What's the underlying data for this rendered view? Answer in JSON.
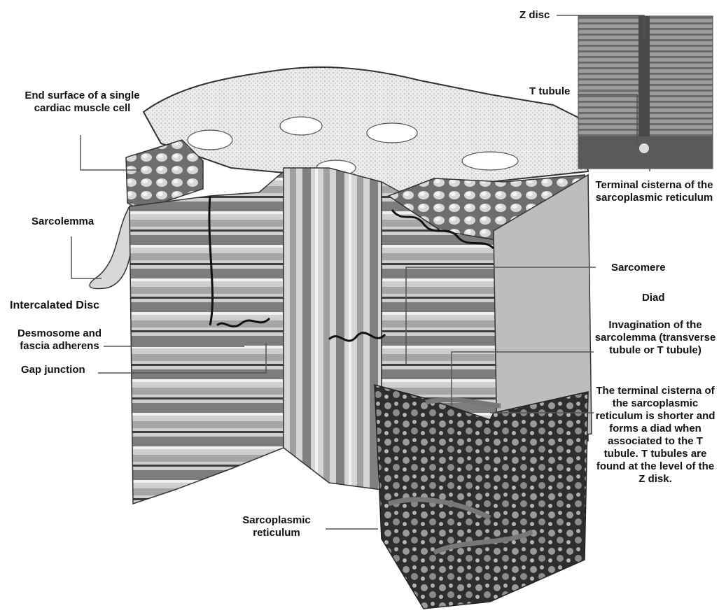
{
  "labels": {
    "end_surface": "End surface of a single cardiac muscle cell",
    "sarcolemma": "Sarcolemma",
    "intercalated_disc": "Intercalated Disc",
    "desmosome": "Desmosome and fascia adherens",
    "gap_junction": "Gap junction",
    "sarcoplasmic_reticulum": "Sarcoplasmic reticulum",
    "z_disc": "Z disc",
    "t_tubule": "T tubule",
    "terminal_cisterna": "Terminal cisterna of the sarcoplasmic reticulum",
    "sarcomere": "Sarcomere",
    "diad": "Diad",
    "invagination": "Invagination of the sarcolemma (transverse tubule or T tubule)",
    "diad_note": "The terminal cisterna of the sarcoplasmic reticulum is shorter and forms a diad when associated to the T tubule. T tubules are found at the level of the Z disk."
  },
  "colors": {
    "ink": "#111111",
    "leader": "#555555",
    "tissue_light": "#e6e6e6",
    "tissue_mid": "#9a9a9a",
    "tissue_dark": "#3a3a3a"
  }
}
